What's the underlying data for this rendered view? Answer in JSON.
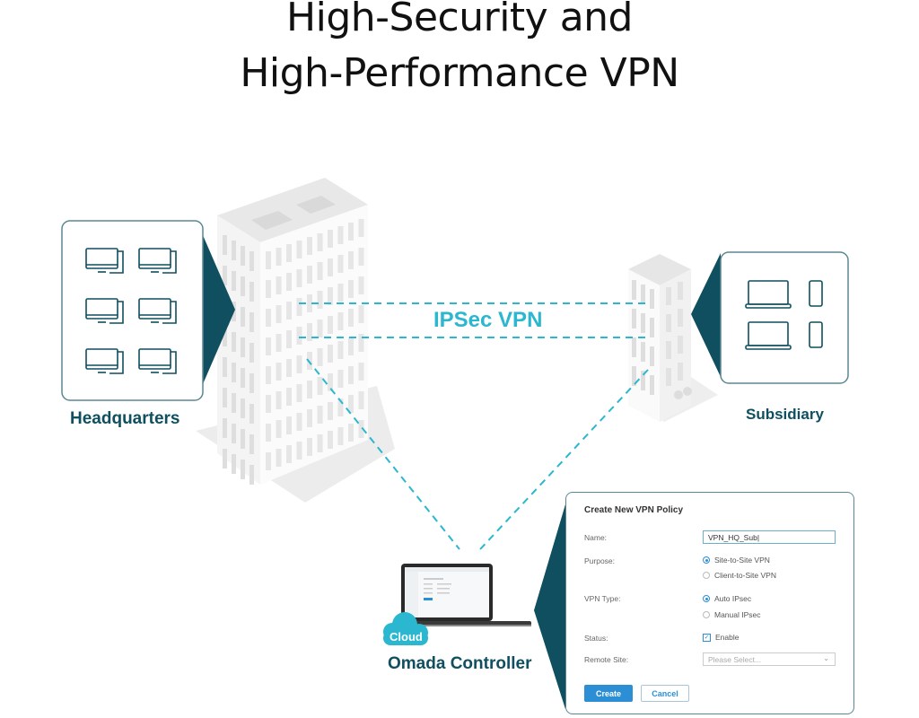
{
  "title": {
    "line1": "High-Security and",
    "line2": "High-Performance VPN"
  },
  "colors": {
    "brand_dark": "#0f4f5f",
    "vpn_line": "#2bb7cf",
    "cloud": "#2bb7cf",
    "primary_button": "#2c8fd6"
  },
  "headquarters": {
    "label": "Headquarters",
    "devices": [
      "desktop-icon",
      "desktop-icon",
      "desktop-icon",
      "desktop-icon",
      "desktop-icon",
      "desktop-icon"
    ]
  },
  "subsidiary": {
    "label": "Subsidiary",
    "devices": [
      "laptop-icon",
      "phone-icon",
      "laptop-icon",
      "phone-icon"
    ]
  },
  "link": {
    "label": "IPSec VPN"
  },
  "controller": {
    "badge": "Cloud",
    "label": "Omada Controller"
  },
  "dialog": {
    "title": "Create New VPN Policy",
    "name_label": "Name:",
    "name_value": "VPN_HQ_Sub",
    "purpose_label": "Purpose:",
    "purpose_options": [
      "Site-to-Site VPN",
      "Client-to-Site VPN"
    ],
    "purpose_selected": "Site-to-Site VPN",
    "vpn_type_label": "VPN Type:",
    "vpn_type_options": [
      "Auto IPsec",
      "Manual IPsec"
    ],
    "vpn_type_selected": "Auto IPsec",
    "status_label": "Status:",
    "status_option": "Enable",
    "status_checked": true,
    "remote_site_label": "Remote Site:",
    "remote_site_placeholder": "Please Select...",
    "create_label": "Create",
    "cancel_label": "Cancel"
  }
}
